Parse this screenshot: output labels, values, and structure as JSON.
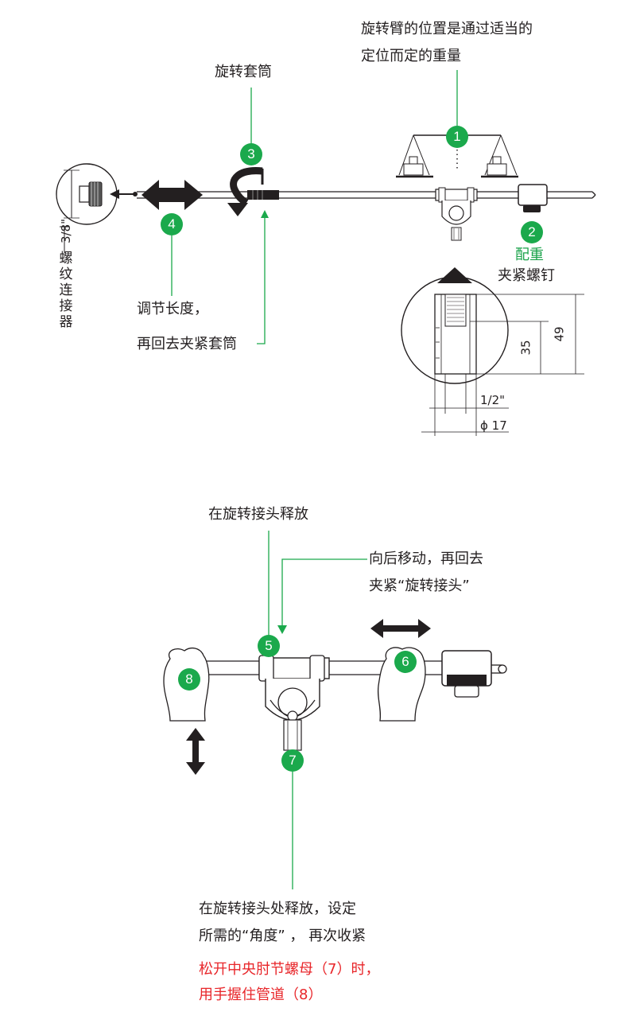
{
  "labels": {
    "swivel_arm_position": [
      "旋转臂的位置是通过适当的",
      "定位而定的重量"
    ],
    "rotating_sleeve": "旋转套筒",
    "counterweight": "配重",
    "clamp_screw": "夹紧螺钉",
    "thread_connector": [
      "3/8\"",
      "螺",
      "纹",
      "连",
      "接",
      "器"
    ],
    "adjust_length": [
      "调节长度，",
      "再回去夹紧套筒"
    ],
    "dim_49": "49",
    "dim_35": "35",
    "dim_half_inch": "1/2\"",
    "dim_phi17": "ϕ 17",
    "release_swivel_joint": "在旋转接头释放",
    "move_back": [
      "向后移动，再回去",
      "夹紧“旋转接头”"
    ],
    "release_set_angle": [
      "在旋转接头处释放，设定",
      "所需的“角度”  ，  再次收紧"
    ],
    "warning_red": [
      "松开中央肘节螺母（7）时，",
      "用手握住管道（8）"
    ]
  },
  "callouts": [
    "1",
    "2",
    "3",
    "4",
    "5",
    "6",
    "7",
    "8"
  ],
  "colors": {
    "accent_green": "#1ba94c",
    "warning_red": "#e8262a",
    "line": "#231f20"
  }
}
